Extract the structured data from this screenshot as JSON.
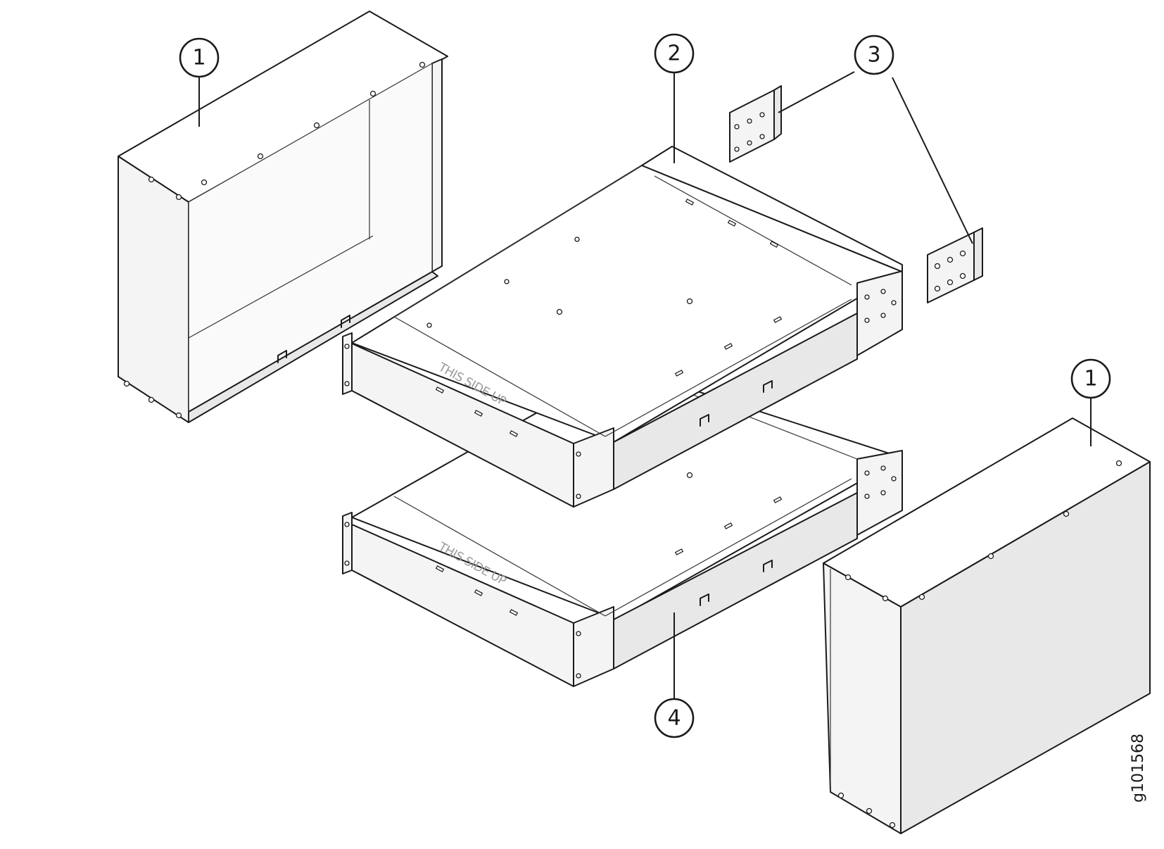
{
  "callouts": {
    "c1_left": "1",
    "c2": "2",
    "c3": "3",
    "c1_right": "1",
    "c4": "4"
  },
  "stencil": {
    "upper": "THIS SIDE UP",
    "lower": "THIS SIDE UP"
  },
  "figure_id": "g101568"
}
